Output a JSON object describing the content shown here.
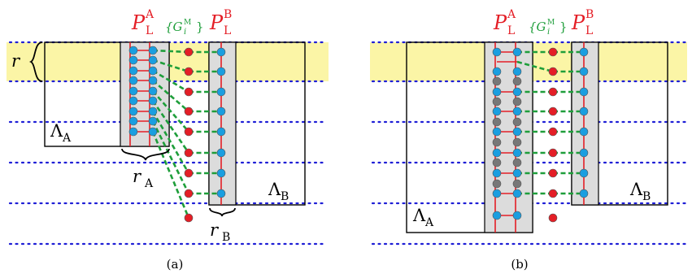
{
  "colors": {
    "band": "#fbf5a6",
    "dots": "#1f1fd6",
    "region_fill": "#dcdcdc",
    "site_blue": "#1a9ee0",
    "site_red": "#e41e26",
    "site_gray": "#777777",
    "bond_red": "#e41e26",
    "pair_green": "#1e9e3a",
    "label_red": "#e41e26",
    "label_green": "#1e9e3a",
    "box_black": "#000000"
  },
  "panels": [
    {
      "id": "a",
      "caption": "(a)",
      "labels": {
        "PA_main": "P",
        "PA_sub": "L",
        "PA_sup": "A",
        "G_main": "{G",
        "G_sub": "i",
        "G_sup": "M",
        "G_close": "}",
        "PB_main": "P",
        "PB_sub": "L",
        "PB_sup": "B",
        "LA_main": "Λ",
        "LA_sub": "A",
        "LB_main": "Λ",
        "LB_sub": "B",
        "r": "r",
        "rA_main": "r",
        "rA_sub": "A",
        "rB_main": "r",
        "rB_sub": "B"
      }
    },
    {
      "id": "b",
      "caption": "(b)",
      "labels": {
        "PA_main": "P",
        "PA_sub": "L",
        "PA_sup": "A",
        "G_main": "{G",
        "G_sub": "i",
        "G_sup": "M",
        "G_close": "}",
        "PB_main": "P",
        "PB_sub": "L",
        "PB_sup": "B",
        "LA_main": "Λ",
        "LA_sub": "A",
        "LB_main": "Λ",
        "LB_sub": "B"
      }
    }
  ]
}
